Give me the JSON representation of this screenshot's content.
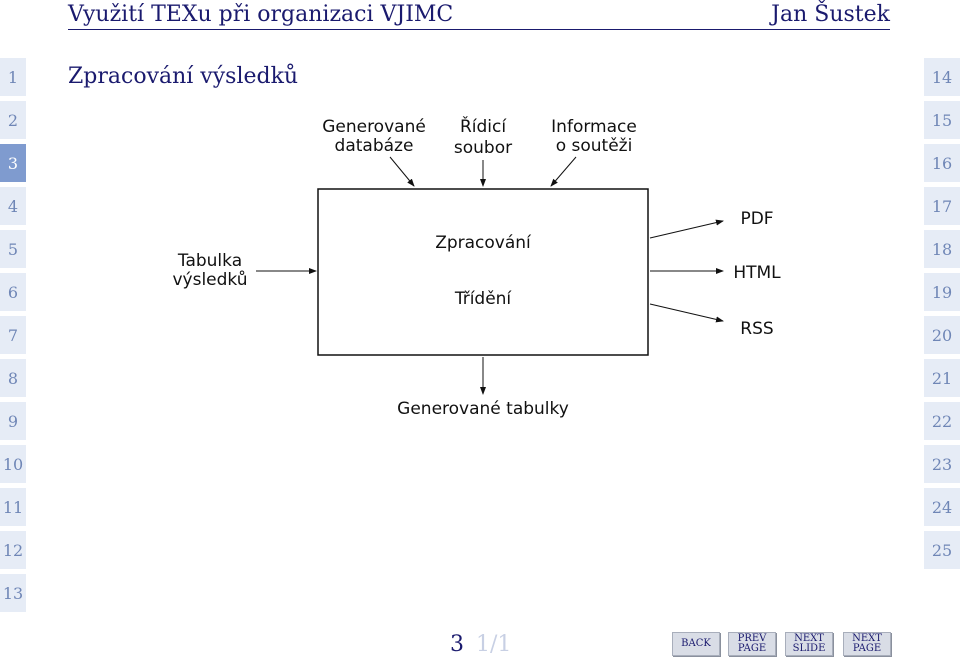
{
  "header": {
    "title": "Využití TEXu při organizaci VJIMC",
    "author": "Jan Šustek"
  },
  "slide_title": "Zpracování výsledků",
  "left_tabs": [
    "1",
    "2",
    "3",
    "4",
    "5",
    "6",
    "7",
    "8",
    "9",
    "10",
    "11",
    "12",
    "13"
  ],
  "right_tabs": [
    "14",
    "15",
    "16",
    "17",
    "18",
    "19",
    "20",
    "21",
    "22",
    "23",
    "24",
    "25"
  ],
  "active_tab": "3",
  "diagram": {
    "inputs_top": [
      {
        "line1": "Generované",
        "line2": "databáze"
      },
      {
        "line1": "Řídicí",
        "line2": "soubor"
      },
      {
        "line1": "Informace",
        "line2": "o soutěži"
      }
    ],
    "input_left": {
      "line1": "Tabulka",
      "line2": "výsledků"
    },
    "box_lines": [
      "Zpracování",
      "Třídění"
    ],
    "outputs_right": [
      "PDF",
      "HTML",
      "RSS"
    ],
    "output_bottom": "Generované tabulky"
  },
  "footer": {
    "page": "3",
    "total": "1/1",
    "buttons": [
      "BACK",
      "PREV\nPAGE",
      "NEXT\nSLIDE",
      "NEXT\nPAGE"
    ]
  }
}
